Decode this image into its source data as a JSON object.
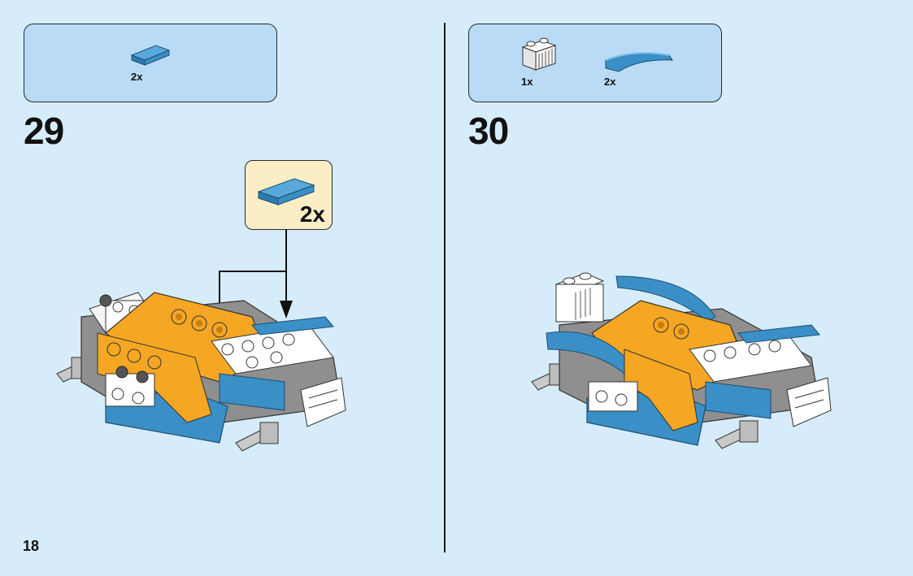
{
  "page": {
    "number": "18"
  },
  "colors": {
    "background": "#d6ecfa",
    "parts_panel": "#b9dbf6",
    "callout_panel": "#fbeec7",
    "brick_blue": "#3a8fc6",
    "brick_orange": "#f5a623",
    "brick_white": "#ffffff",
    "brick_gray": "#9a9a9a"
  },
  "steps": [
    {
      "number": "29",
      "parts": [
        {
          "icon": "blue-flat-tile-icon",
          "qty": "2x"
        }
      ],
      "callout": {
        "icon": "blue-flat-tile-icon",
        "qty": "2x"
      },
      "model_icon": "step-29-model-icon"
    },
    {
      "number": "30",
      "parts": [
        {
          "icon": "white-grille-brick-icon",
          "qty": "1x"
        },
        {
          "icon": "blue-curved-slope-icon",
          "qty": "2x"
        }
      ],
      "model_icon": "step-30-model-icon"
    }
  ]
}
